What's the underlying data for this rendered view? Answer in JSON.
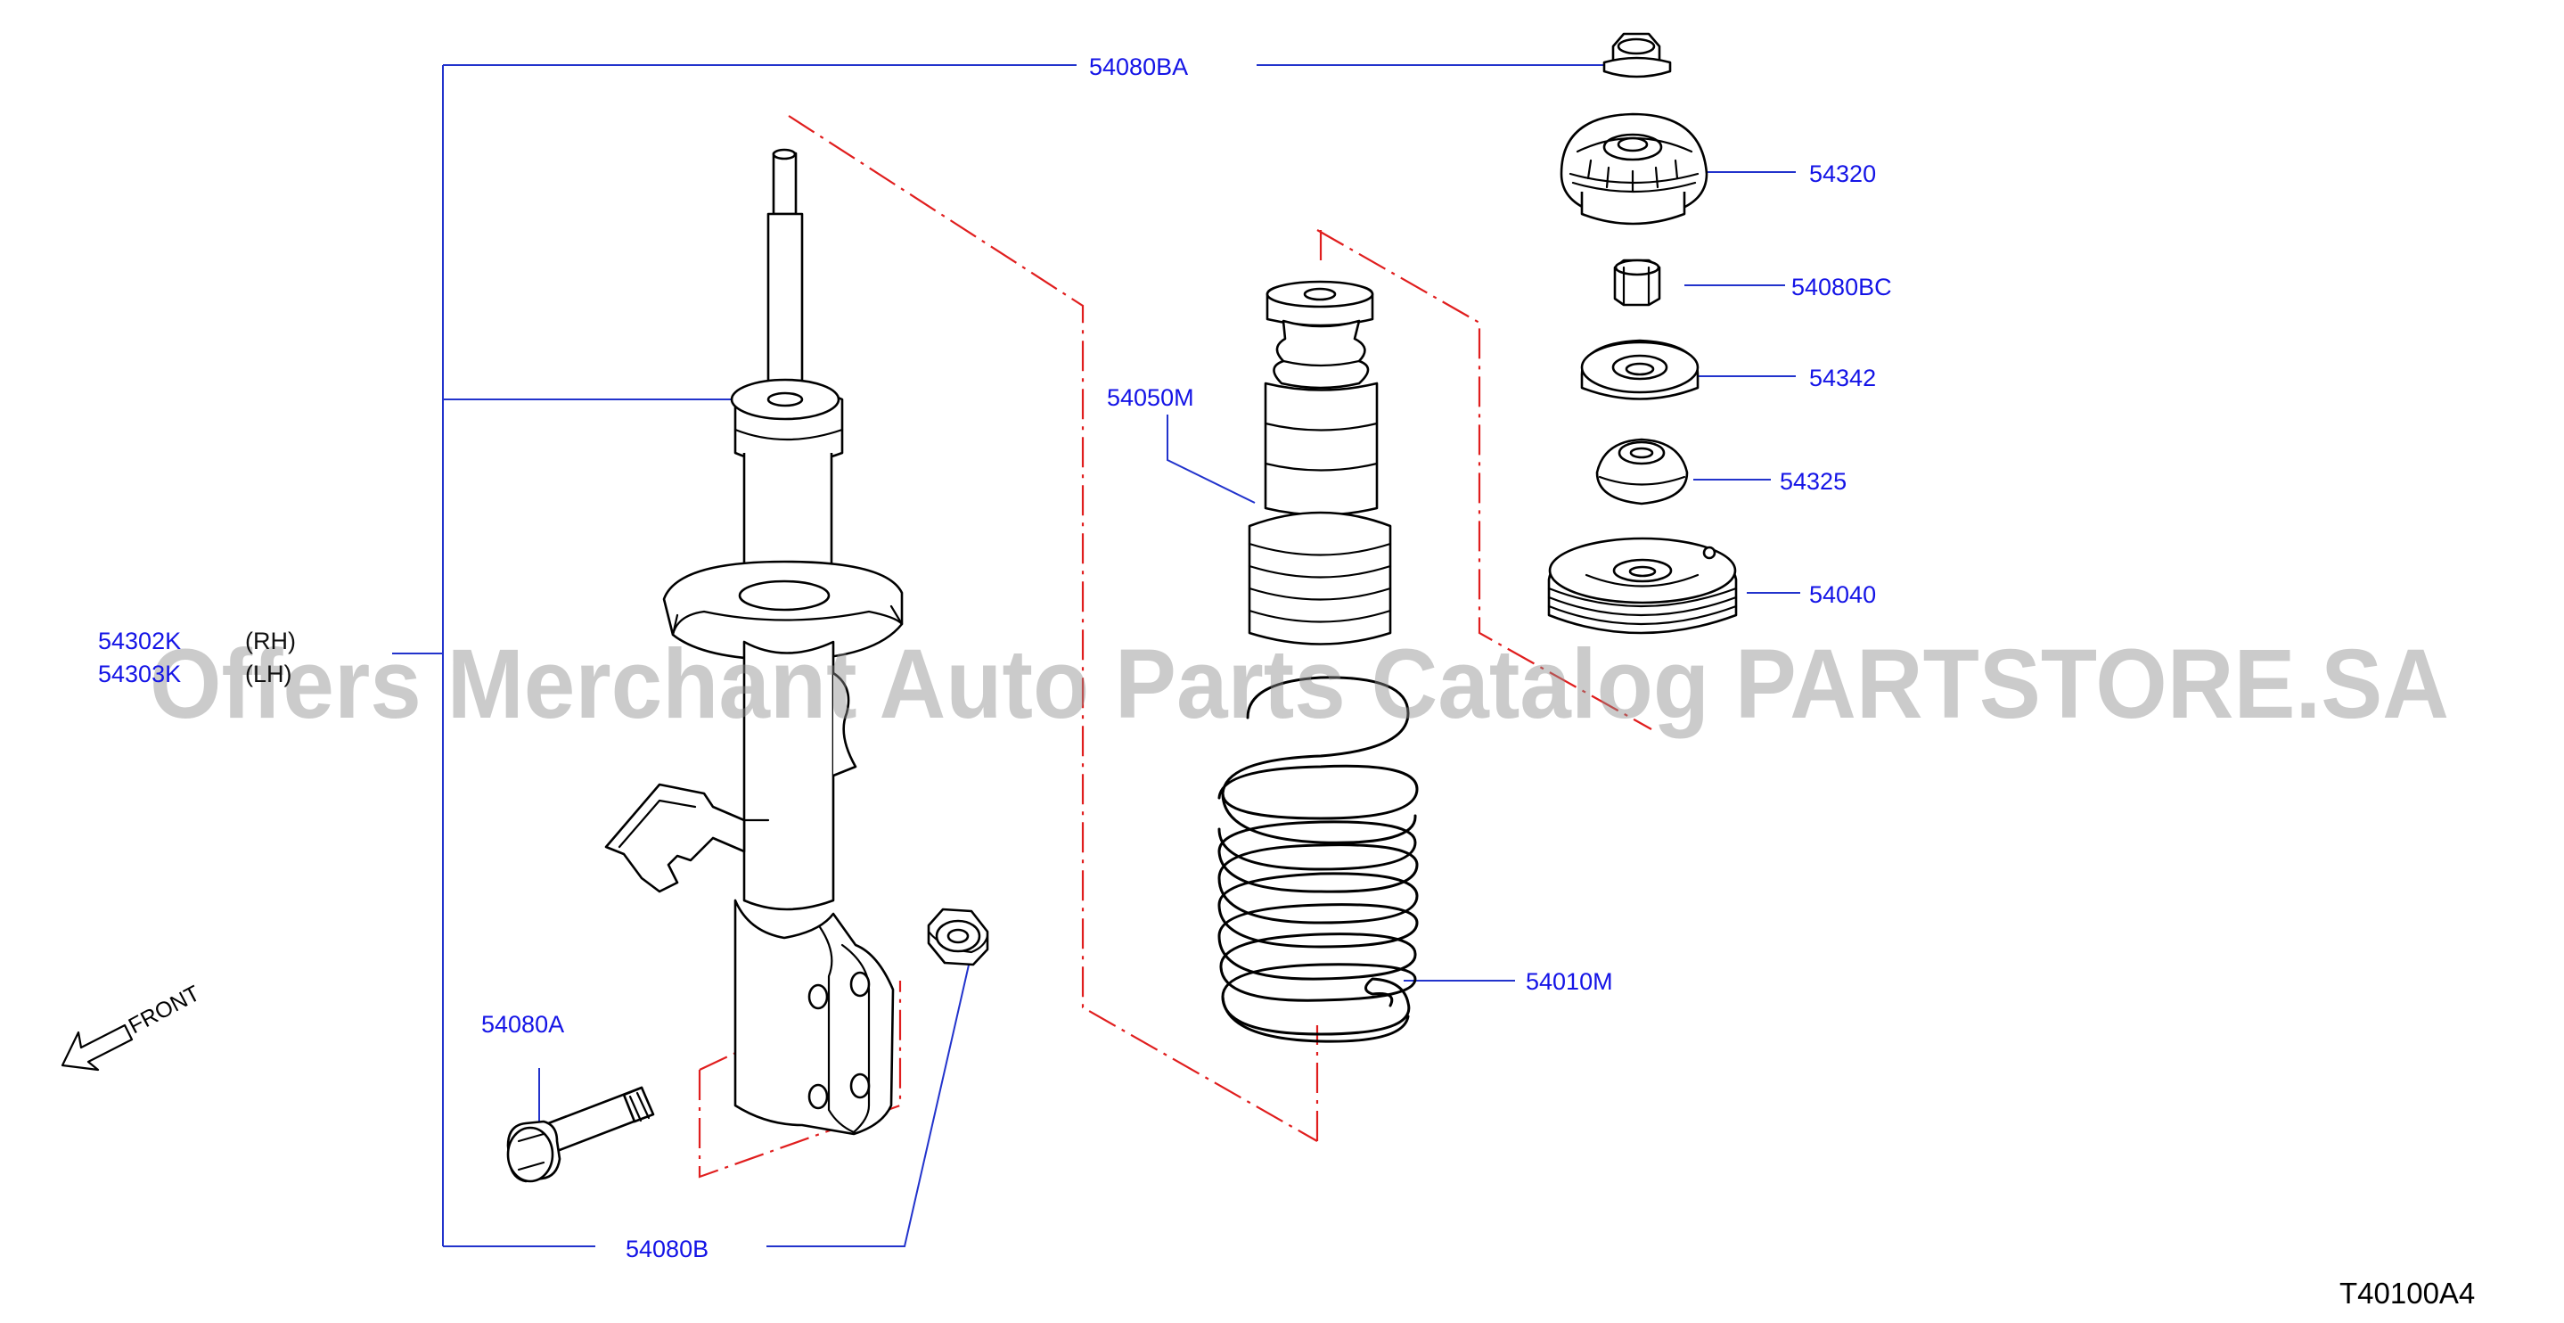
{
  "labels": {
    "upper_nut": "54080BA",
    "mount_insulator": "54320",
    "mount_nut": "54080BC",
    "bearing_seat": "54342",
    "bearing": "54325",
    "upper_spring_seat": "54040",
    "bound_bumper": "54050M",
    "coil_spring": "54010M",
    "lower_bolt": "54080A",
    "lower_nut": "54080B",
    "strut_rh": "54302K",
    "strut_lh": "54303K",
    "rh_suffix": "(RH)",
    "lh_suffix": "(LH)"
  },
  "front_label": "FRONT",
  "diagram_code": "T40100A4",
  "watermark": "Offers Merchant Auto Parts Catalog PARTSTORE.SA",
  "colors": {
    "label_blue": "#1414e6",
    "leader_blue": "#2233cc",
    "phantom_red": "#e01e1e",
    "line_black": "#000000",
    "watermark_gray": "#8c8c8c"
  }
}
